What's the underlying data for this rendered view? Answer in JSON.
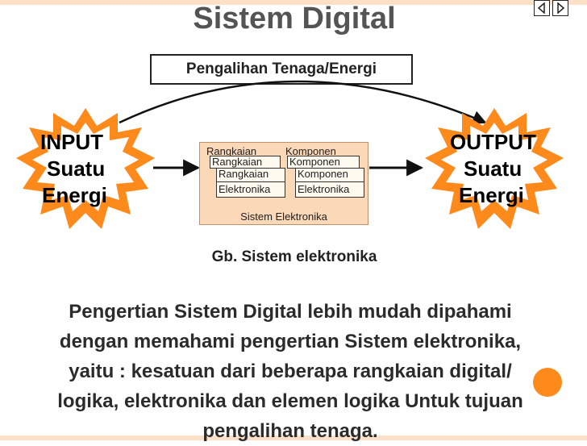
{
  "slide": {
    "title": "Sistem Digital",
    "label_box": "Pengalihan Tenaga/Energi",
    "caption": "Gb. Sistem elektronika",
    "accent_orange": "#ff8a1c",
    "title_color": "#545454"
  },
  "nav": {
    "prev_icon": "prev-slide-icon",
    "next_icon": "next-slide-icon"
  },
  "input_star": {
    "line1": "INPUT",
    "line2": "Suatu",
    "line3": "Energi",
    "color": "#1a1a1a"
  },
  "output_star": {
    "line1": "OUTPUT",
    "line2": "Suatu",
    "line3": "Energi",
    "color": "#1a1a1a"
  },
  "system_box": {
    "back_row_left": "Rangkaian",
    "back_row_right": "Komponen",
    "middle_left": "Rangkaian",
    "middle_right": "Komponen",
    "front_left": "Rangkaian",
    "front_right": "Komponen",
    "elektronika_left": "Elektronika",
    "elektronika_right": "Elektronika",
    "label": "Sistem Elektronika",
    "fill": "#fbd8b8"
  },
  "paragraph": {
    "line1": "Pengertian Sistem Digital lebih mudah dipahami",
    "line2": "dengan memahami pengertian Sistem elektronika,",
    "line3": "yaitu : kesatuan dari beberapa rangkaian digital/",
    "line4": "logika, elektronika dan elemen logika Untuk tujuan",
    "line5": "pengalihan tenaga."
  }
}
